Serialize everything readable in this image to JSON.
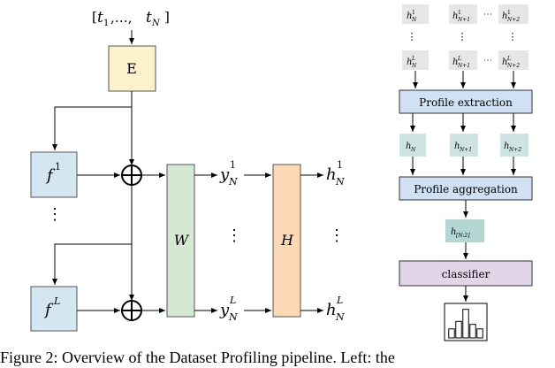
{
  "left_diagram": {
    "input_tokens": {
      "t1": "t",
      "t1_sub": "1",
      "dots": ",…,",
      "tN": "t",
      "tN_sub": "N"
    },
    "encoder_label": "E",
    "f_top": {
      "base": "f",
      "sup": "1"
    },
    "f_bottom": {
      "base": "f",
      "sup": "L"
    },
    "vertical_dots": "⋮",
    "w_label": "W",
    "h_label": "H",
    "y_top": {
      "base": "y",
      "sub": "N",
      "sup": "1"
    },
    "y_bottom": {
      "base": "y",
      "sub": "N",
      "sup": "L"
    },
    "h_top": {
      "base": "h",
      "sub": "N",
      "sup": "1"
    },
    "h_bottom": {
      "base": "h",
      "sub": "N",
      "sup": "L"
    }
  },
  "right_diagram": {
    "top_cells": [
      {
        "base": "h",
        "sub": "N",
        "sup": "1"
      },
      {
        "base": "h",
        "sub": "N+1",
        "sup": "1"
      },
      {
        "base": "h",
        "sub": "N+2",
        "sup": "1"
      }
    ],
    "mid_dots_sep": "⋯",
    "bottom_cells": [
      {
        "base": "h",
        "sub": "N",
        "sup": "L"
      },
      {
        "base": "h",
        "sub": "N+1",
        "sup": "L"
      },
      {
        "base": "h",
        "sub": "N+2",
        "sup": "L"
      }
    ],
    "profile_extraction": "Profile extraction",
    "profiles": [
      {
        "base": "h",
        "sub": "N"
      },
      {
        "base": "h",
        "sub": "N+1"
      },
      {
        "base": "h",
        "sub": "N+2"
      }
    ],
    "profile_aggregation": "Profile aggregation",
    "aggregated": {
      "base": "h",
      "sub": "[N:2]"
    },
    "classifier": "classifier",
    "histogram_bars": [
      0.3,
      0.55,
      0.95,
      0.45,
      0.3
    ]
  },
  "colors": {
    "encoder": "#fdf1cc",
    "f_block": "#d3e6f2",
    "w_block": "#d5e8d4",
    "h_block": "#fcd9b6",
    "h_cell": "#e6e6e6",
    "blue_box": "#cfe1f3",
    "teal_cell": "#cde4e2",
    "teal_dark": "#b3d6d2",
    "purple": "#e1d5e7"
  },
  "caption": "Figure 2: Overview of the Dataset Profiling pipeline. Left: the"
}
